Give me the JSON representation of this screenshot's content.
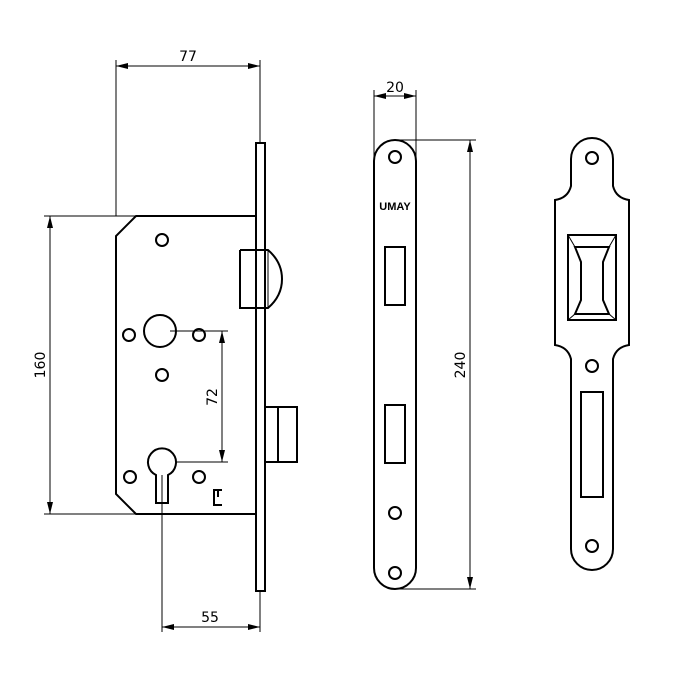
{
  "drawing": {
    "brand": "UMAY",
    "dimensions": {
      "width_77": "77",
      "height_160": "160",
      "spacing_72": "72",
      "backset_55": "55",
      "faceplate_width_20": "20",
      "faceplate_height_240": "240"
    }
  }
}
